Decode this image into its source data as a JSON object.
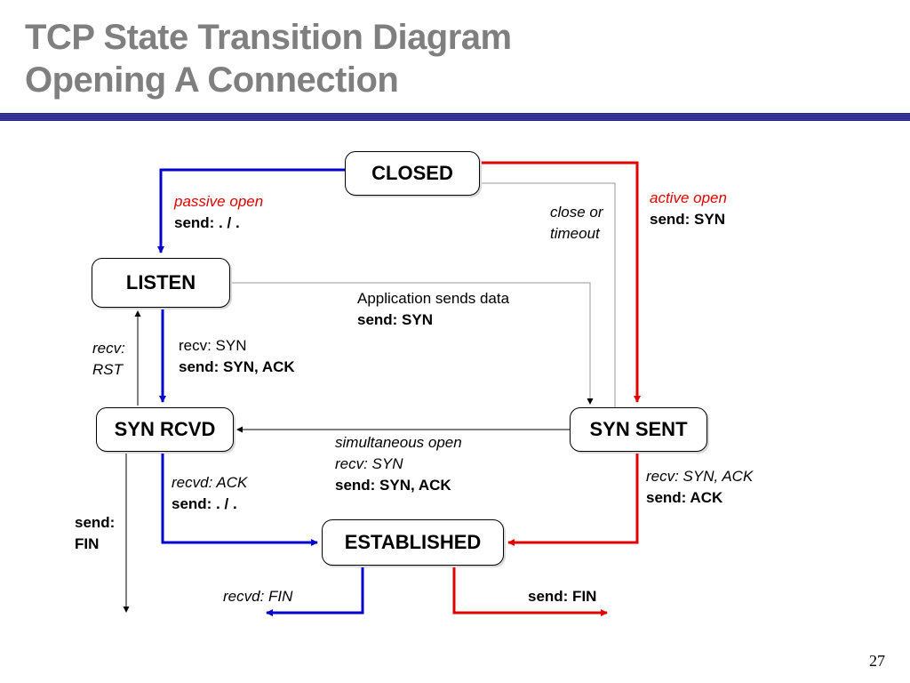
{
  "title": {
    "line1": "TCP State Transition Diagram",
    "line2": "Opening A Connection"
  },
  "states": {
    "closed": "CLOSED",
    "listen": "LISTEN",
    "syn_rcvd": "SYN RCVD",
    "syn_sent": "SYN SENT",
    "established": "ESTABLISHED"
  },
  "labels": {
    "passive_open": {
      "event": "passive open",
      "action": "send: . / ."
    },
    "active_open": {
      "event": "active open",
      "action": "send: SYN"
    },
    "close_or_timeout": {
      "line1": "close or",
      "line2": "timeout"
    },
    "app_sends_data": {
      "event": "Application sends data",
      "action": "send: SYN"
    },
    "recv_rst": {
      "line1": "recv:",
      "line2": "RST"
    },
    "recv_syn": {
      "event": "recv: SYN",
      "action": "send: SYN, ACK"
    },
    "simultaneous_open": {
      "line1": "simultaneous open",
      "line2": "recv: SYN",
      "action": "send: SYN, ACK"
    },
    "recvd_ack": {
      "event": "recvd: ACK",
      "action": "send: . / ."
    },
    "send_fin_left": {
      "line1": "send:",
      "line2": "FIN"
    },
    "recv_syn_ack": {
      "event": "recv: SYN, ACK",
      "action": "send: ACK"
    },
    "recvd_fin": "recvd: FIN",
    "send_fin": "send: FIN"
  },
  "page_number": "27",
  "colors": {
    "title": "#7f7f7f",
    "passive_path": "#0000cc",
    "active_path": "#e00000",
    "thin_path": "#888888",
    "header_rule": "#333399"
  }
}
